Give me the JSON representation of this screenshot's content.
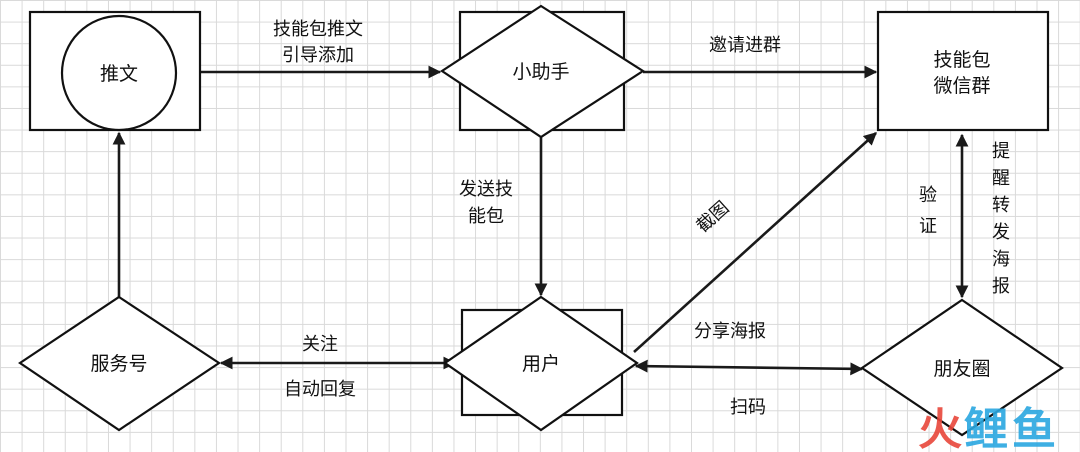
{
  "nodes": {
    "tweet": {
      "label": "推文"
    },
    "assistant": {
      "label": "小助手"
    },
    "wechat_group": {
      "lines": [
        "技能包",
        "微信群"
      ]
    },
    "service_account": {
      "label": "服务号"
    },
    "user": {
      "label": "用户"
    },
    "moments": {
      "label": "朋友圈"
    }
  },
  "edges": {
    "tweet_to_assistant": {
      "lines": [
        "技能包推文",
        "引导添加"
      ]
    },
    "assistant_to_group": {
      "label": "邀请进群"
    },
    "assistant_to_user": {
      "lines": [
        "发送技",
        "能包"
      ]
    },
    "user_to_group": {
      "label": "截图"
    },
    "group_moments_verify": {
      "lines": [
        "验",
        "证"
      ]
    },
    "group_moments_remind": {
      "lines": [
        "提",
        "醒",
        "转",
        "发",
        "海",
        "报"
      ]
    },
    "service_user_follow": {
      "label": "关注"
    },
    "service_user_reply": {
      "label": "自动回复"
    },
    "user_moments_share": {
      "label": "分享海报"
    },
    "user_moments_scan": {
      "label": "扫码"
    }
  },
  "watermark": {
    "glyphs": [
      "火",
      "鲤",
      "鱼"
    ],
    "colors": [
      "#e8463a",
      "#2aa7e0",
      "#2aa7e0"
    ]
  }
}
